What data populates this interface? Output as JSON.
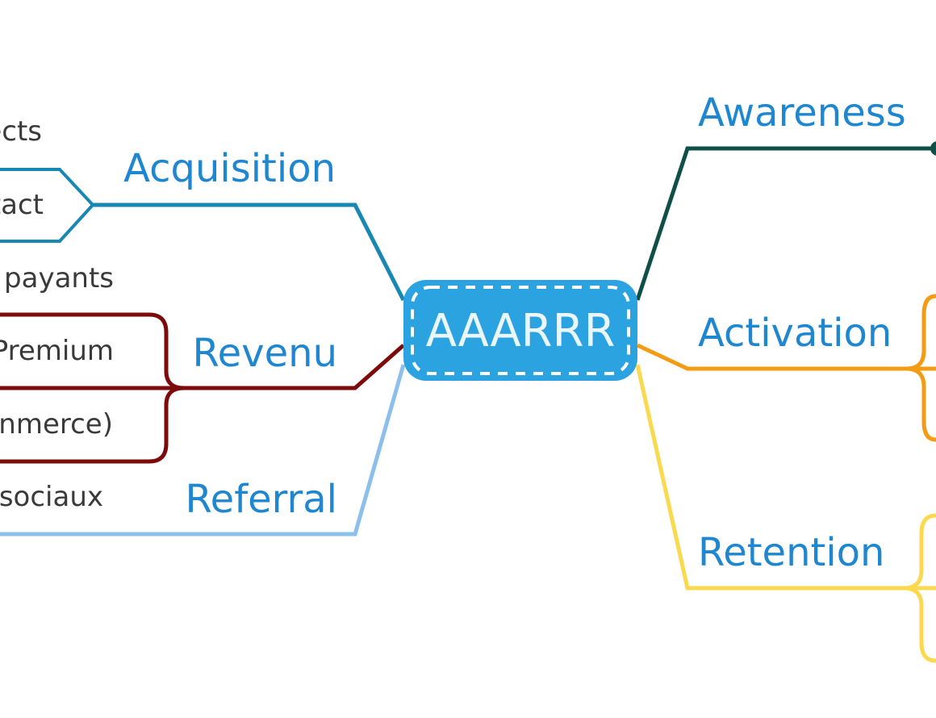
{
  "center": {
    "label": "AAARRR",
    "color": "#2aa3e0"
  },
  "branches": {
    "acquisition": {
      "label": "Acquisition",
      "color": "#1787b4"
    },
    "revenu": {
      "label": "Revenu",
      "color": "#7e0b0b"
    },
    "referral": {
      "label": "Referral",
      "color": "#8cc0ec"
    },
    "awareness": {
      "label": "Awareness",
      "color": "#0e5048"
    },
    "activation": {
      "label": "Activation",
      "color": "#f49b14"
    },
    "retention": {
      "label": "Retention",
      "color": "#fbd94e"
    }
  },
  "leaves": {
    "acquisition": [
      "ects",
      "tact",
      "payants"
    ],
    "revenu": [
      "Premium",
      "nmerce)"
    ],
    "referral": [
      "sociaux"
    ]
  },
  "colors": {
    "branch_text": "#1f87d0",
    "leaf_text": "#3a3a3a",
    "background": "#ffffff"
  }
}
